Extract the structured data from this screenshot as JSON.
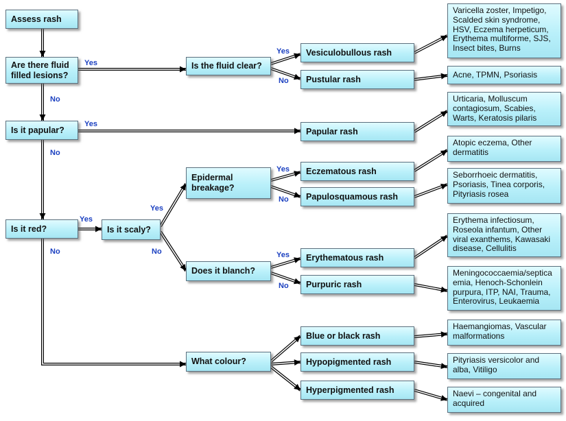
{
  "nodes": {
    "assess": "Assess rash",
    "fluid": "Are there fluid\nfilled lesions?",
    "clear": "Is the fluid clear?",
    "papular_q": "Is it papular?",
    "red": "Is it red?",
    "scaly": "Is it scaly?",
    "epidermal": "Epidermal\nbreakage?",
    "blanch": "Does it blanch?",
    "colour": "What colour?",
    "vesic": "Vesiculobullous rash",
    "pustular": "Pustular rash",
    "papular_rash": "Papular rash",
    "eczematous": "Eczematous  rash",
    "papulosq": "Papulosquamous rash",
    "erythematous": "Erythematous  rash",
    "purpuric": "Purpuric rash",
    "blue": "Blue or black rash",
    "hypo": "Hypopigmented rash",
    "hyper": "Hyperpigmented  rash",
    "r_vesic": "Varicella zoster, Impetigo,\nScalded skin syndrome,\nHSV, Eczema herpeticum,\nErythema multiforme, SJS,\nInsect bites, Burns",
    "r_pustular": "Acne, TPMN, Psoriasis",
    "r_papular": "Urticaria, Molluscum\ncontagiosum, Scabies,\nWarts, Keratosis pilaris",
    "r_eczematous": "Atopic eczema, Other\ndermatitis",
    "r_papulosq": "Seborrhoeic dermatitis,\nPsoriasis, Tinea corporis,\nPityriasis rosea",
    "r_erythematous": "Erythema infectiosum,\nRoseola infantum, Other\nviral exanthems, Kawasaki\ndisease, Cellulitis",
    "r_purpuric": "Meningococcaemia/septica\nemia, Henoch-Schonlein\npurpura, ITP, NAI, Trauma,\nEnterovirus, Leukaemia",
    "r_blue": "Haemangiomas, Vascular\nmalformations",
    "r_hypo": "Pityriasis versicolor and\nalba, Vitiligo",
    "r_hyper": "Naevi – congenital and\nacquired"
  },
  "edge_labels": {
    "fluid_yes": "Yes",
    "fluid_no": "No",
    "clear_yes": "Yes",
    "clear_no": "No",
    "papular_yes": "Yes",
    "papular_no": "No",
    "red_yes": "Yes",
    "red_no": "No",
    "scaly_yes": "Yes",
    "scaly_no": "No",
    "epi_yes": "Yes",
    "epi_no": "No",
    "blanch_yes": "Yes",
    "blanch_no": "No"
  }
}
